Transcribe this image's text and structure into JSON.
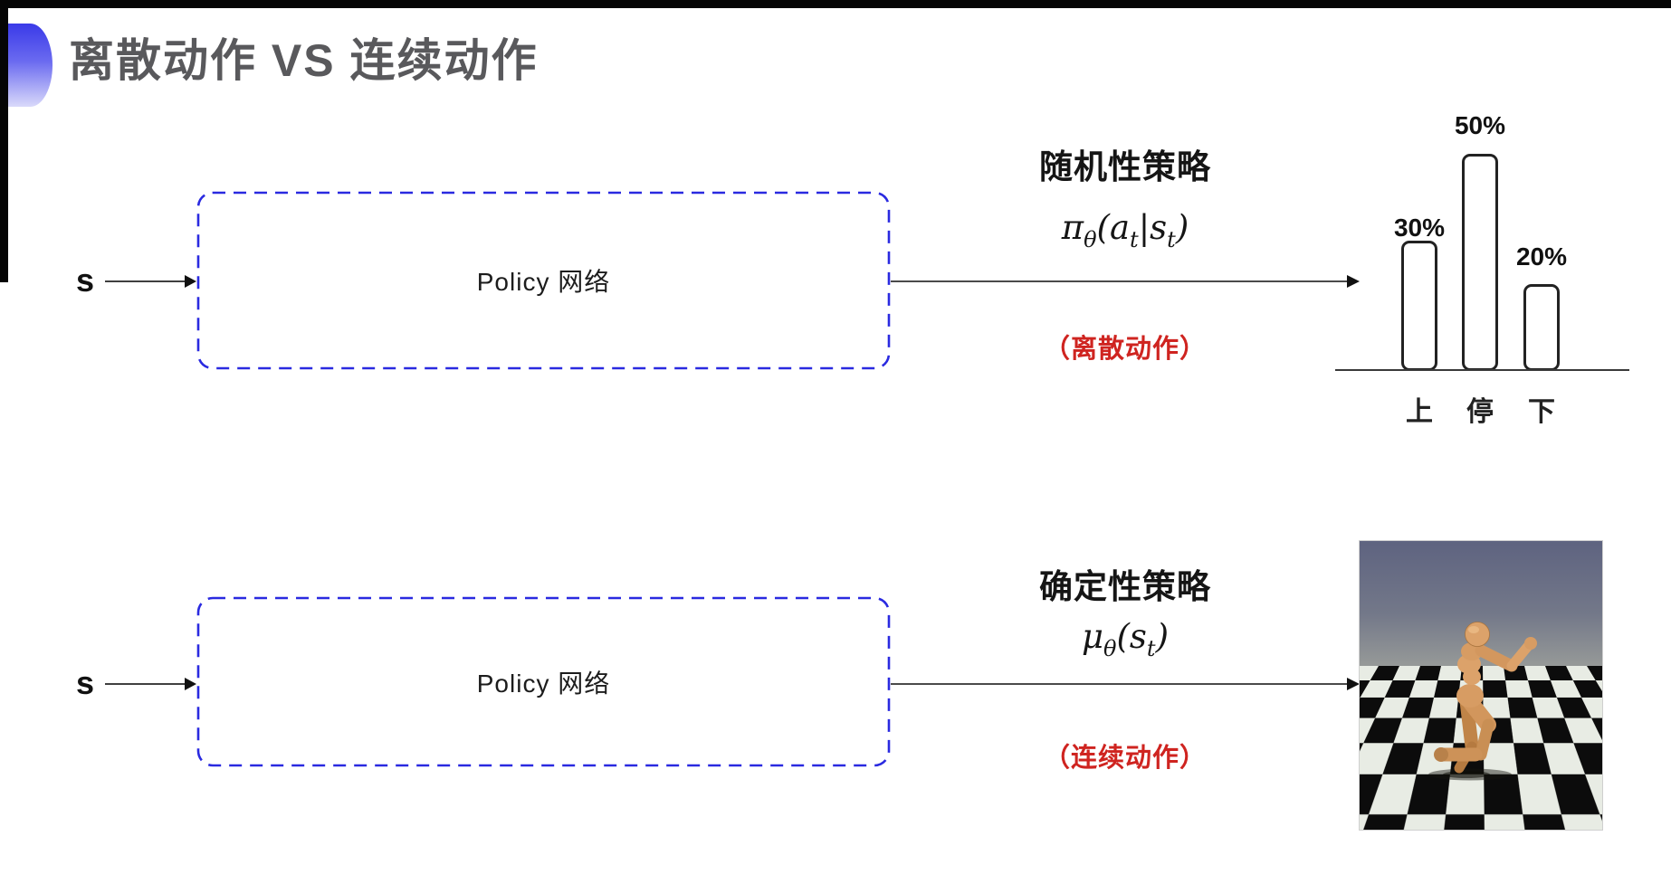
{
  "slide": {
    "title": "离散动作 VS 连续动作"
  },
  "colors": {
    "accent_box_dash": "#2a2ae0",
    "note_red": "#cf2420",
    "title_gray": "#59595c"
  },
  "top_section": {
    "input_label": "s",
    "box_label": "Policy 网络",
    "policy_type": "随机性策略",
    "formula": {
      "p1": "π",
      "p1sub": "θ",
      "p2": "(a",
      "p2sub": "t",
      "p3": "|s",
      "p3sub": "t",
      "p4": ")"
    },
    "action_note": "（离散动作）",
    "chart_data": {
      "type": "bar",
      "categories": [
        "上",
        "停",
        "下"
      ],
      "values": [
        30,
        50,
        20
      ],
      "value_labels": [
        "30%",
        "50%",
        "20%"
      ],
      "title": "",
      "xlabel": "",
      "ylabel": "",
      "ylim": [
        0,
        60
      ],
      "grid": false,
      "legend": "none",
      "bar_style": "white fill, black rounded outline"
    }
  },
  "bottom_section": {
    "input_label": "s",
    "box_label": "Policy 网络",
    "policy_type": "确定性策略",
    "formula": {
      "p1": "μ",
      "p1sub": "θ",
      "p2": "(s",
      "p2sub": "t",
      "p3": ")"
    },
    "action_note": "（连续动作）",
    "illustration": "mujoco-humanoid-running-on-checkerboard-floor"
  }
}
